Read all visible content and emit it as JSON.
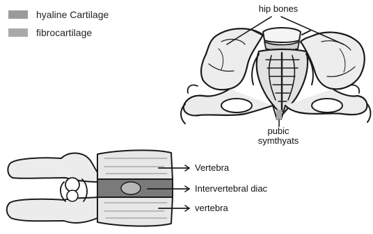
{
  "legend": {
    "items": [
      {
        "label": "hyaline Cartilage",
        "color": "#9a9a9a"
      },
      {
        "label": "fibrocartilage",
        "color": "#a9a9a9"
      }
    ]
  },
  "pelvis": {
    "title": "hip bones",
    "caption_line1": "pubic",
    "caption_line2": "symthyats"
  },
  "spine": {
    "labels": {
      "upper": "Vertebra",
      "middle": "Intervertebral diac",
      "lower": "vertebra"
    }
  },
  "colors": {
    "ink": "#1a1a1a",
    "hyaline": "#9a9a9a",
    "fibro": "#a9a9a9",
    "disc": "#7a7a7a",
    "bone": "#e9e9e9"
  }
}
